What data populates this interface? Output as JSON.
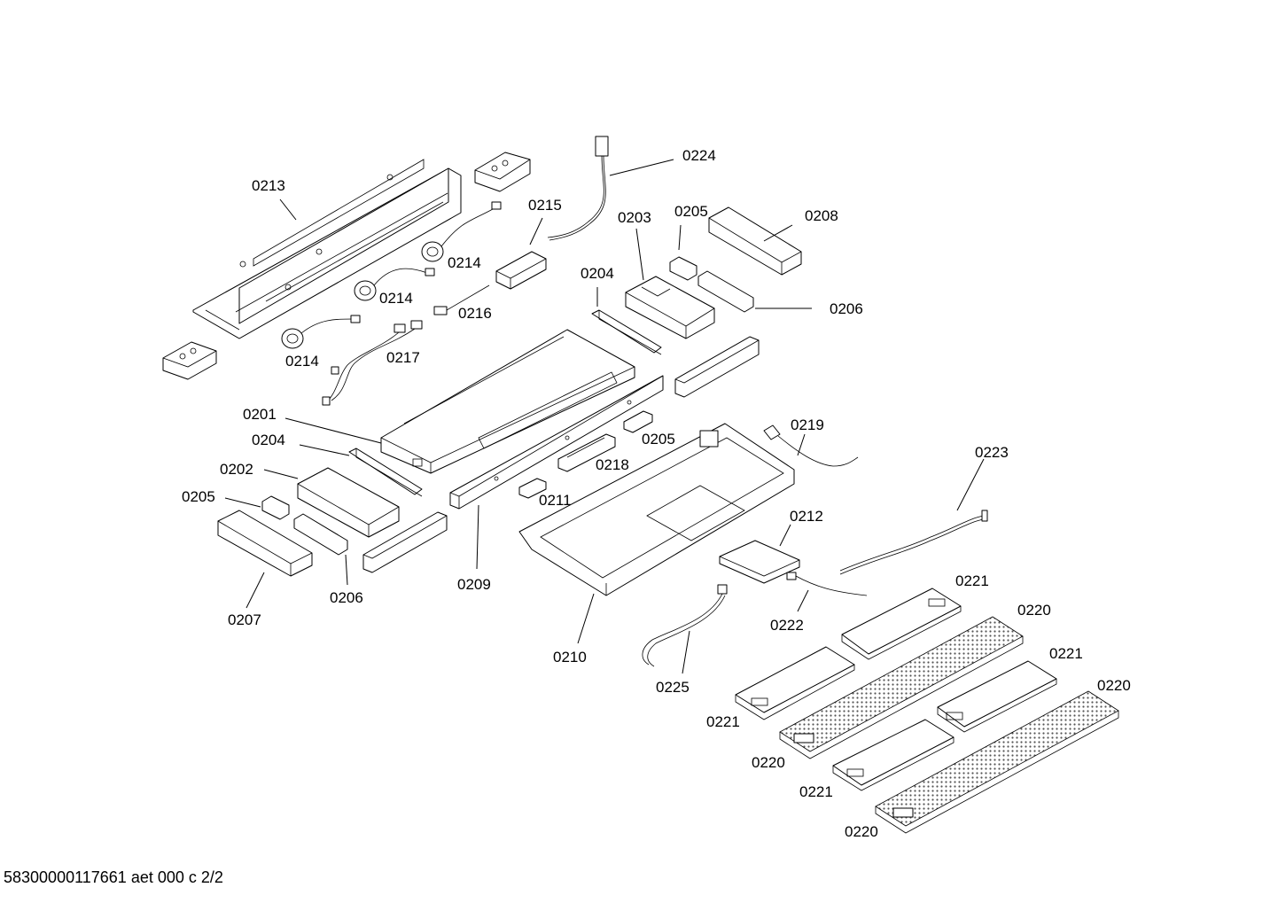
{
  "document_reference": "58300000117661 aet 000 c 2/2",
  "labels": [
    {
      "id": "0213",
      "text": "0213"
    },
    {
      "id": "0224",
      "text": "0224"
    },
    {
      "id": "0215",
      "text": "0215"
    },
    {
      "id": "0203",
      "text": "0203"
    },
    {
      "id": "0205a",
      "text": "0205"
    },
    {
      "id": "0208",
      "text": "0208"
    },
    {
      "id": "0214a",
      "text": "0214"
    },
    {
      "id": "0214b",
      "text": "0214"
    },
    {
      "id": "0214c",
      "text": "0214"
    },
    {
      "id": "0216",
      "text": "0216"
    },
    {
      "id": "0204a",
      "text": "0204"
    },
    {
      "id": "0206a",
      "text": "0206"
    },
    {
      "id": "0217",
      "text": "0217"
    },
    {
      "id": "0201",
      "text": "0201"
    },
    {
      "id": "0219",
      "text": "0219"
    },
    {
      "id": "0204b",
      "text": "0204"
    },
    {
      "id": "0205b",
      "text": "0205"
    },
    {
      "id": "0223",
      "text": "0223"
    },
    {
      "id": "0218",
      "text": "0218"
    },
    {
      "id": "0202",
      "text": "0202"
    },
    {
      "id": "0205c",
      "text": "0205"
    },
    {
      "id": "0211",
      "text": "0211"
    },
    {
      "id": "0212",
      "text": "0212"
    },
    {
      "id": "0209",
      "text": "0209"
    },
    {
      "id": "0206b",
      "text": "0206"
    },
    {
      "id": "0221a",
      "text": "0221"
    },
    {
      "id": "0207",
      "text": "0207"
    },
    {
      "id": "0220a",
      "text": "0220"
    },
    {
      "id": "0222",
      "text": "0222"
    },
    {
      "id": "0221b",
      "text": "0221"
    },
    {
      "id": "0210",
      "text": "0210"
    },
    {
      "id": "0225",
      "text": "0225"
    },
    {
      "id": "0220b",
      "text": "0220"
    },
    {
      "id": "0221c",
      "text": "0221"
    },
    {
      "id": "0220c",
      "text": "0220"
    },
    {
      "id": "0221d",
      "text": "0221"
    },
    {
      "id": "0220d",
      "text": "0220"
    }
  ]
}
